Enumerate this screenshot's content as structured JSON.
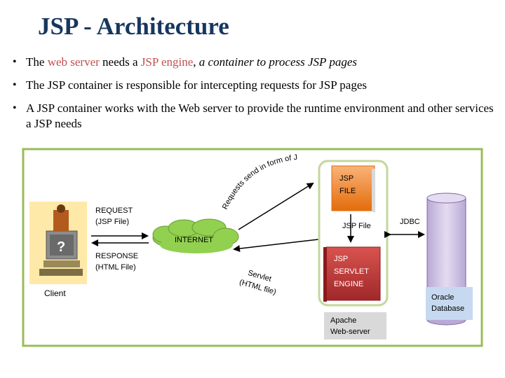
{
  "title": "JSP - Architecture",
  "bullets": [
    {
      "parts": [
        {
          "text": "The ",
          "style": "normal"
        },
        {
          "text": "web server",
          "style": "red"
        },
        {
          "text": " needs a ",
          "style": "normal"
        },
        {
          "text": "JSP engine",
          "style": "red"
        },
        {
          "text": ", ",
          "style": "normal"
        },
        {
          "text": "a container to process JSP pages",
          "style": "italic"
        }
      ]
    },
    {
      "parts": [
        {
          "text": "The JSP container is responsible for intercepting requests for JSP pages",
          "style": "normal"
        }
      ]
    },
    {
      "parts": [
        {
          "text": "A JSP container works with the Web server to provide the runtime environment and other services a JSP needs",
          "style": "normal"
        }
      ]
    }
  ],
  "diagram": {
    "request_label_1": "REQUEST",
    "request_label_2": "(JSP File)",
    "response_label_1": "RESPONSE",
    "response_label_2": "(HTML File)",
    "client_label": "Client",
    "internet_label": "INTERNET",
    "requests_arc_text": "Requests send in form of JSP file",
    "servlet_label_1": "Servlet",
    "servlet_label_2": "(HTML file)",
    "jsp_file_box_1": "JSP",
    "jsp_file_box_2": "FILE",
    "jsp_file_arrow_label": "JSP File",
    "engine_1": "JSP",
    "engine_2": "SERVLET",
    "engine_3": "ENGINE",
    "jdbc_label": "JDBC",
    "db_label_1": "Oracle",
    "db_label_2": "Database",
    "web_server_1": "Apache",
    "web_server_2": "Web-server"
  },
  "colors": {
    "title": "#17375e",
    "highlight": "#c0504d",
    "frame": "#9bbb59",
    "cloud": "#92d050",
    "jsp_file_box": "#f79646",
    "engine_box": "#c0392b",
    "database": "#ccc1e0",
    "oracle_box": "#c6d9f1",
    "web_server_box": "#d9d9d9"
  }
}
